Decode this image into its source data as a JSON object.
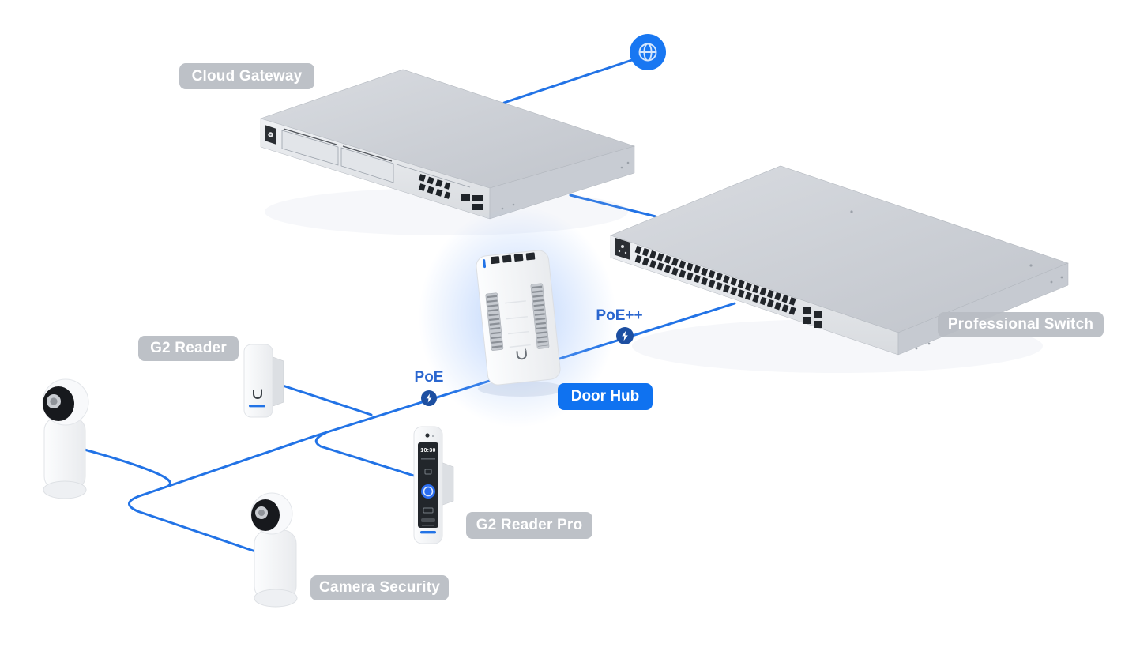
{
  "nodes": {
    "internet": {
      "icon": "globe-icon"
    },
    "cloud_gateway": {
      "label": "Cloud Gateway"
    },
    "professional_switch": {
      "label": "Professional Switch"
    },
    "door_hub": {
      "label": "Door Hub"
    },
    "g2_reader": {
      "label": "G2 Reader"
    },
    "g2_reader_pro": {
      "label": "G2 Reader Pro",
      "screen_time": "10:30"
    },
    "camera_security": {
      "label": "Camera Security"
    }
  },
  "connections": {
    "poe_label": "PoE",
    "poe_plus_label": "PoE++"
  },
  "colors": {
    "line_blue": "#2273e6",
    "accent_blue": "#0f72f0",
    "internet_blue": "#1877f2",
    "bolt_navy": "#1d4fa1",
    "poe_text_blue": "#2a66cf",
    "label_gray": "#bcc0c6",
    "label_text": "#ffffff"
  }
}
